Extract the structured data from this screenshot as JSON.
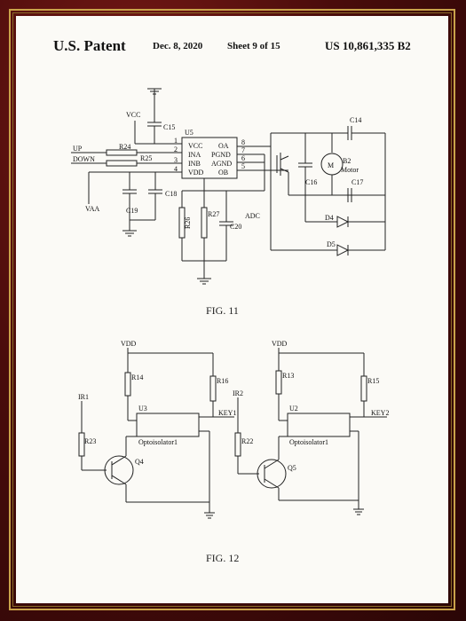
{
  "header": {
    "title": "U.S. Patent",
    "date": "Dec. 8, 2020",
    "sheet": "Sheet 9 of 15",
    "patent_number": "US 10,861,335 B2"
  },
  "figures": {
    "fig11": "FIG. 11",
    "fig12": "FIG. 12"
  },
  "fig11_labels": {
    "vcc": "VCC",
    "c15": "C15",
    "u5": "U5",
    "up": "UP",
    "down": "DOWN",
    "r24": "R24",
    "r25": "R25",
    "vaa": "VAA",
    "c19": "C19",
    "c18": "C18",
    "pin_vcc": "VCC",
    "pin_ina": "INA",
    "pin_inb": "INB",
    "pin_vdd": "VDD",
    "pin_oa": "OA",
    "pin_pgnd": "PGND",
    "pin_agnd": "AGND",
    "pin_ob": "OB",
    "p1": "1",
    "p2": "2",
    "p3": "3",
    "p4": "4",
    "p8": "8",
    "p7": "7",
    "p6": "6",
    "p5": "5",
    "r26": "R26",
    "r27": "R27",
    "c20": "C20",
    "adc": "ADC",
    "c14": "C14",
    "c16": "C16",
    "c17": "C17",
    "b2": "B2",
    "motor": "Motor",
    "d4": "D4",
    "d5": "D5",
    "m": "M"
  },
  "fig12_labels": {
    "vdd_l": "VDD",
    "r14": "R14",
    "r16": "R16",
    "ir1": "IR1",
    "u3": "U3",
    "key1": "KEY1",
    "opto_l": "Optoisolator1",
    "r23": "R23",
    "q4": "Q4",
    "vdd_r": "VDD",
    "r13": "R13",
    "r15": "R15",
    "ir2": "IR2",
    "u2": "U2",
    "key2": "KEY2",
    "opto_r": "Optoisolator1",
    "r22": "R22",
    "q5": "Q5"
  }
}
